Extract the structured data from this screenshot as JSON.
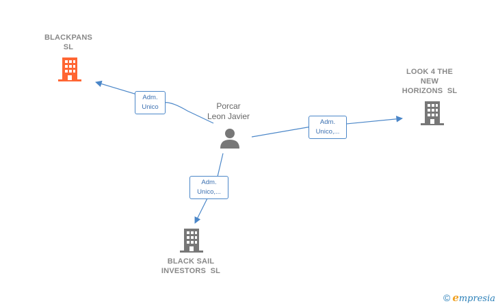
{
  "nodes": {
    "blackpans": {
      "line1": "BLACKPANS",
      "line2": "SL",
      "color": "#ff6633",
      "icon": "building-icon"
    },
    "look4": {
      "line1": "LOOK 4 THE",
      "line2": "NEW",
      "line3": "HORIZONS  SL",
      "color": "#777777",
      "icon": "building-icon"
    },
    "blacksail": {
      "line1": "BLACK SAIL",
      "line2": "INVESTORS  SL",
      "color": "#777777",
      "icon": "building-icon"
    },
    "person": {
      "line1": "Porcar",
      "line2": "Leon Javier",
      "color": "#777777",
      "icon": "person-icon"
    }
  },
  "edges": {
    "to_blackpans": {
      "line1": "Adm.",
      "line2": "Unico"
    },
    "to_look4": {
      "line1": "Adm.",
      "line2": "Unico,..."
    },
    "to_blacksail": {
      "line1": "Adm.",
      "line2": "Unico,..."
    }
  },
  "colors": {
    "edge": "#4a86c8",
    "company": "#777777",
    "highlight": "#ff6633"
  },
  "footer": {
    "copyright": "©",
    "brand_e": "e",
    "brand_rest": "mpresia"
  }
}
